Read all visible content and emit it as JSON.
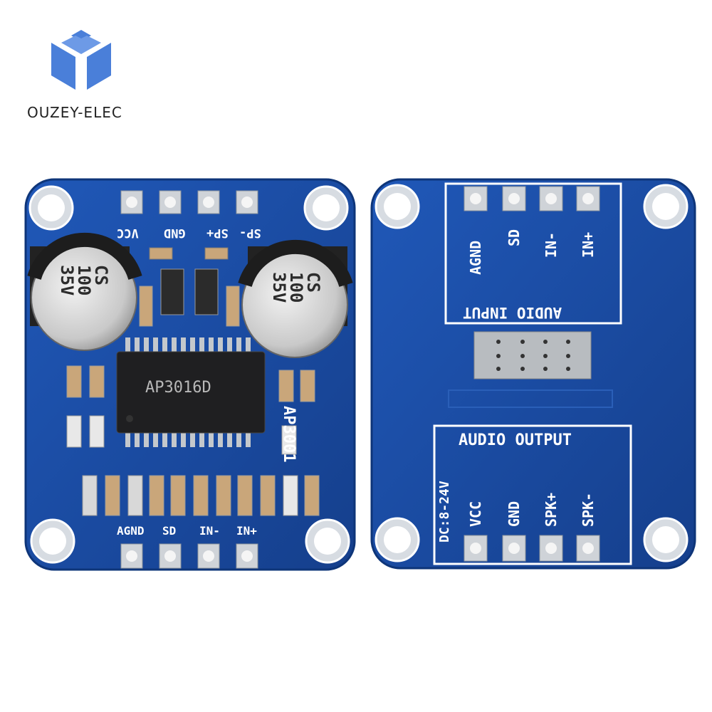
{
  "brand": {
    "name": "OUZEY-ELEC",
    "logo_color": "#4a7fd9"
  },
  "board_front": {
    "chip_label": "AP3016D",
    "board_model": "AP3001",
    "top_pins": [
      "SP-",
      "SP+",
      "GND",
      "VCC"
    ],
    "bottom_pins": [
      "AGND",
      "SD",
      "IN-",
      "IN+"
    ],
    "capacitor_left": {
      "line1": "CS",
      "line2": "100",
      "line3": "35V"
    },
    "capacitor_right": {
      "line1": "CS",
      "line2": "100",
      "line3": "35V"
    }
  },
  "board_back": {
    "input_title": "AUDIO INPUT",
    "input_pins": [
      "AGND",
      "SD",
      "IN-",
      "IN+"
    ],
    "output_title": "AUDIO OUTPUT",
    "output_pins": [
      "VCC",
      "GND",
      "SPK+",
      "SPK-"
    ],
    "voltage_note": "DC:8-24V"
  },
  "colors": {
    "pcb_blue": "#1a4fa3",
    "pcb_edge": "#0e3579",
    "silkscreen": "#ffffff",
    "pad_silver": "#cfd3d8"
  }
}
